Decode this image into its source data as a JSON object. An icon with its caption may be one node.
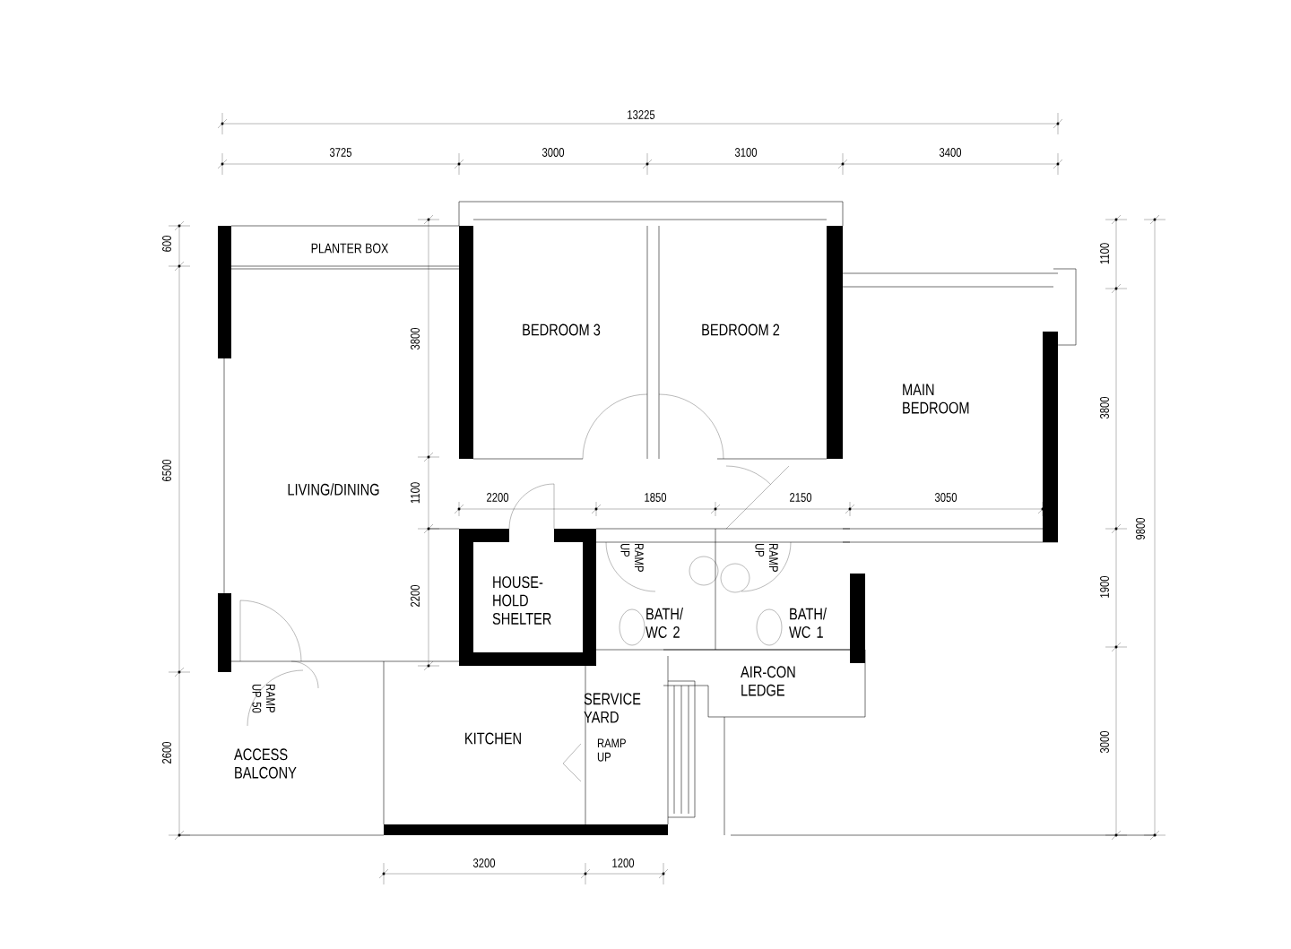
{
  "diagram": {
    "labels": [
      "13225",
      "3725",
      "3000",
      "3100",
      "3400",
      "600",
      "PLANTER BOX",
      "1100",
      "BEDROOM 3",
      "BEDROOM 2",
      "3800",
      "MAIN BEDROOM",
      "3800",
      "6500",
      "LIVING/DINING",
      "1100",
      "2200",
      "1850",
      "2150",
      "3050",
      "9800",
      "HOUSE- HOLD SHELTER",
      "RAMP UP",
      "RAMP UP",
      "BATH/ WC 2",
      "BATH/ WC 1",
      "1900",
      "2200",
      "RAMP UP 50",
      "AIR-CON LEDGE",
      "SERVICE YARD",
      "RAMP UP",
      "KITCHEN",
      "2600",
      "ACCESS BALCONY",
      "3000",
      "3200",
      "1200"
    ]
  }
}
